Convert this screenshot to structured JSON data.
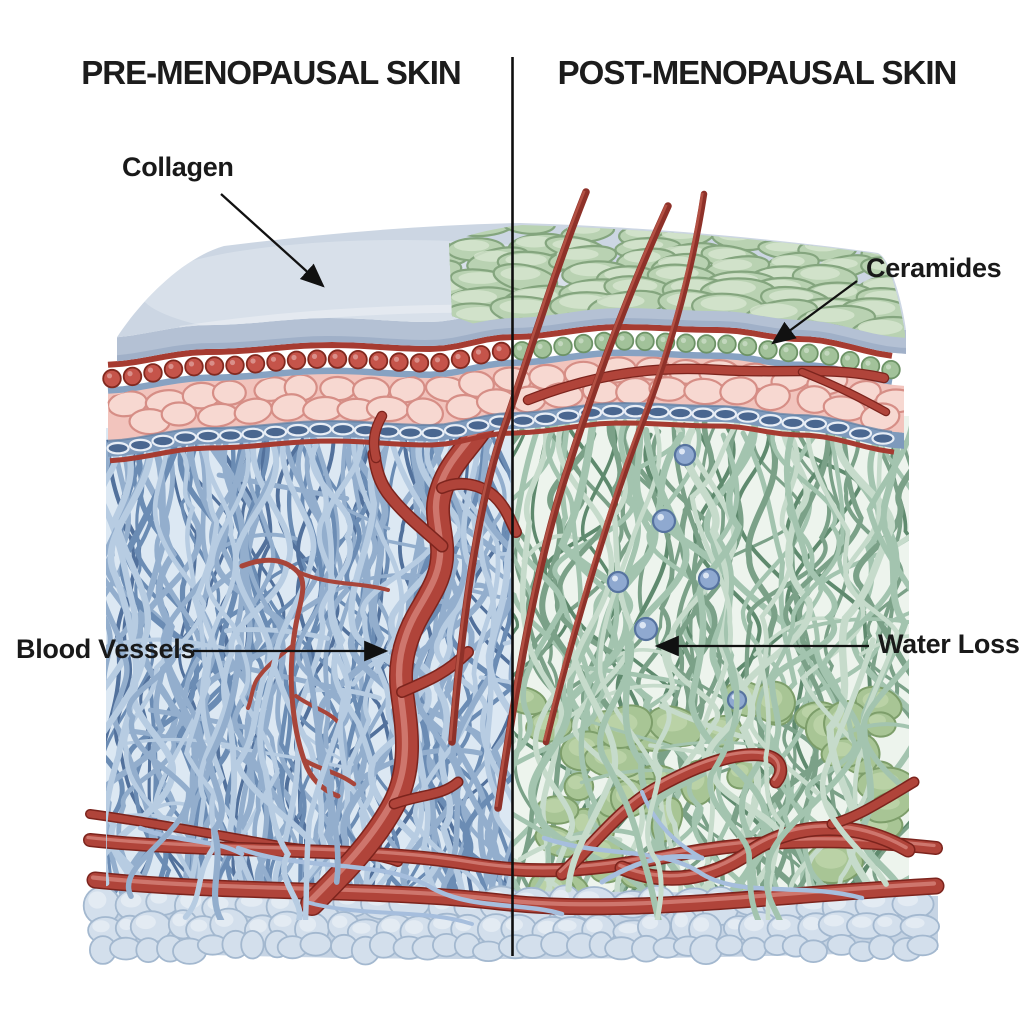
{
  "figure": {
    "left_title": "PRE-MENOPAUSAL SKIN",
    "right_title": "POST-MENOPAUSAL SKIN"
  },
  "annotations": {
    "collagen": "Collagen",
    "ceramides": "Ceramides",
    "blood_vessels": "Blood Vessels",
    "water_loss": "Water Loss"
  },
  "palette": {
    "text": "#1c1c1c",
    "divider": "#0e0e0e",
    "arrow": "#111111",
    "slab_top": "#ccd6e3",
    "slab_top_light": "#e2e9f0",
    "slab_front": "#b4c1d4",
    "slab_lip": "#93a5bf",
    "line_red": "#a63b31",
    "line_red_dark": "#7c241d",
    "bead_red": "#c5544a",
    "bead_red_stroke": "#82291f",
    "bead_green": "#a2c29a",
    "bead_green_stroke": "#6d9366",
    "line_blue": "#87a2c2",
    "pink_band": "#f2c4bd",
    "pink_cell": "#f7d8d1",
    "pink_cell_stroke": "#d68e86",
    "coil_band": "#7e9abc",
    "coil_oval_fill": "#4a6790",
    "coil_oval_stroke": "#e8eef6",
    "fiber_blue_bg": "#dce8f3",
    "fiber_blue_light": "#b7cce2",
    "fiber_blue_mid": "#93aecd",
    "fiber_blue_dark": "#6b8cb4",
    "fiber_blue_deep": "#52719c",
    "fiber_green_bg": "#edf4ed",
    "fiber_green_light": "#c6dbcb",
    "fiber_green_mid": "#a3c4af",
    "fiber_green_dark": "#7ba188",
    "fiber_green_deep": "#5f8a6e",
    "vessel_red": "#b0443a",
    "vessel_red_dark": "#7c241d",
    "vessel_red_light": "#d6837a",
    "capillary_red": "#a8453a",
    "capillary_blue": "#a6bedd",
    "hair_dark": "#8e3129",
    "hair_light": "#ba5648",
    "flake_fill": "#b9d2b2",
    "flake_stroke": "#84a57e",
    "flake_light": "#d7e6d0",
    "fat_bg": "#c6d4e4",
    "fat_fill": "#d3dfec",
    "fat_stroke": "#a3b8cf",
    "droplet_fill": "#8fa9d0",
    "droplet_stroke": "#56739f",
    "blob_fill": "#a8c595",
    "blob_stroke": "#7d9e6a",
    "blob_light": "#c9dcb4"
  }
}
